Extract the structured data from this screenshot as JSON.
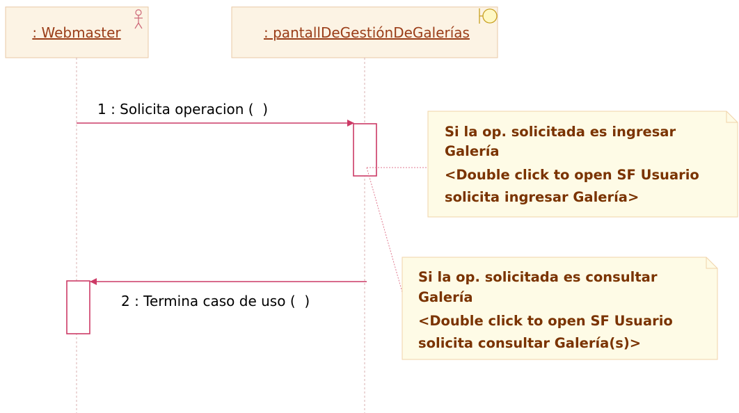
{
  "lifelines": [
    {
      "id": "webmaster",
      "label": ": Webmaster",
      "stereotype_icon": "actor-icon"
    },
    {
      "id": "pantalla",
      "label": ": pantallDeGestiónDeGalerías",
      "stereotype_icon": "boundary-icon"
    }
  ],
  "messages": [
    {
      "label": "1 : Solicita operacion (  )",
      "from": "webmaster",
      "to": "pantalla"
    },
    {
      "label": "2 : Termina caso de uso (  )",
      "from": "pantalla",
      "to": "webmaster"
    }
  ],
  "notes": [
    {
      "lines": [
        "Si la op. solicitada es ingresar",
        "Galería",
        "<Double click to open SF Usuario",
        "solicita ingresar Galería>"
      ]
    },
    {
      "lines": [
        "Si la op. solicitada es consultar",
        "Galería",
        "<Double click to open SF Usuario",
        "solicita consultar Galería(s)>"
      ]
    }
  ],
  "colors": {
    "box_fill": "#fcf3e4",
    "box_stroke": "#e8c9a6",
    "note_fill": "#fefbe6",
    "note_stroke": "#f0d3a8",
    "message": "#cc3a66",
    "lifeline": "#d8b0b0",
    "connector": "#e07a90"
  }
}
